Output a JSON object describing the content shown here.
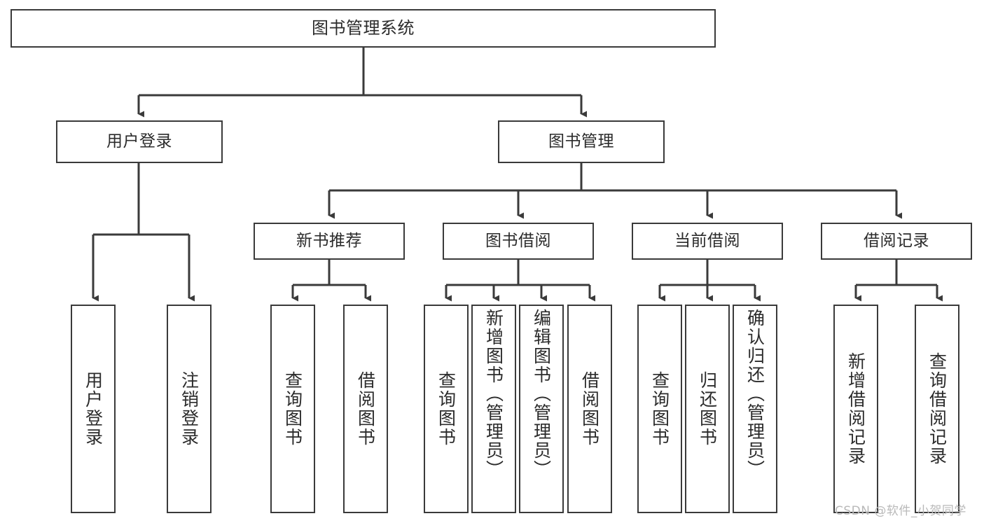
{
  "diagram": {
    "type": "tree",
    "title": "图书管理系统",
    "orientation": "top-down",
    "colors": {
      "node_border": "#3a3a3a",
      "node_fill": "#ffffff",
      "edge": "#3a3a3a",
      "text": "#2b2b2b",
      "background": "#ffffff",
      "watermark": "#b9b9b9"
    },
    "root": {
      "label": "图书管理系统"
    },
    "level1": [
      {
        "label": "用户登录"
      },
      {
        "label": "图书管理"
      }
    ],
    "level2": [
      {
        "label": "新书推荐"
      },
      {
        "label": "图书借阅"
      },
      {
        "label": "当前借阅"
      },
      {
        "label": "借阅记录"
      }
    ],
    "leaves": {
      "user_login": [
        {
          "label": "用户登录"
        },
        {
          "label": "注销登录"
        }
      ],
      "new_book_recommend": [
        {
          "label": "查询图书"
        },
        {
          "label": "借阅图书"
        }
      ],
      "book_borrow": [
        {
          "label": "查询图书"
        },
        {
          "label": "新增图书（管理员）"
        },
        {
          "label": "编辑图书（管理员）"
        },
        {
          "label": "借阅图书"
        }
      ],
      "current_borrow": [
        {
          "label": "查询图书"
        },
        {
          "label": "归还图书"
        },
        {
          "label": "确认归还（管理员）"
        }
      ],
      "borrow_record": [
        {
          "label": "新增借阅记录"
        },
        {
          "label": "查询借阅记录"
        }
      ]
    }
  },
  "watermark": {
    "text": "CSDN @软件_小贺同学"
  }
}
